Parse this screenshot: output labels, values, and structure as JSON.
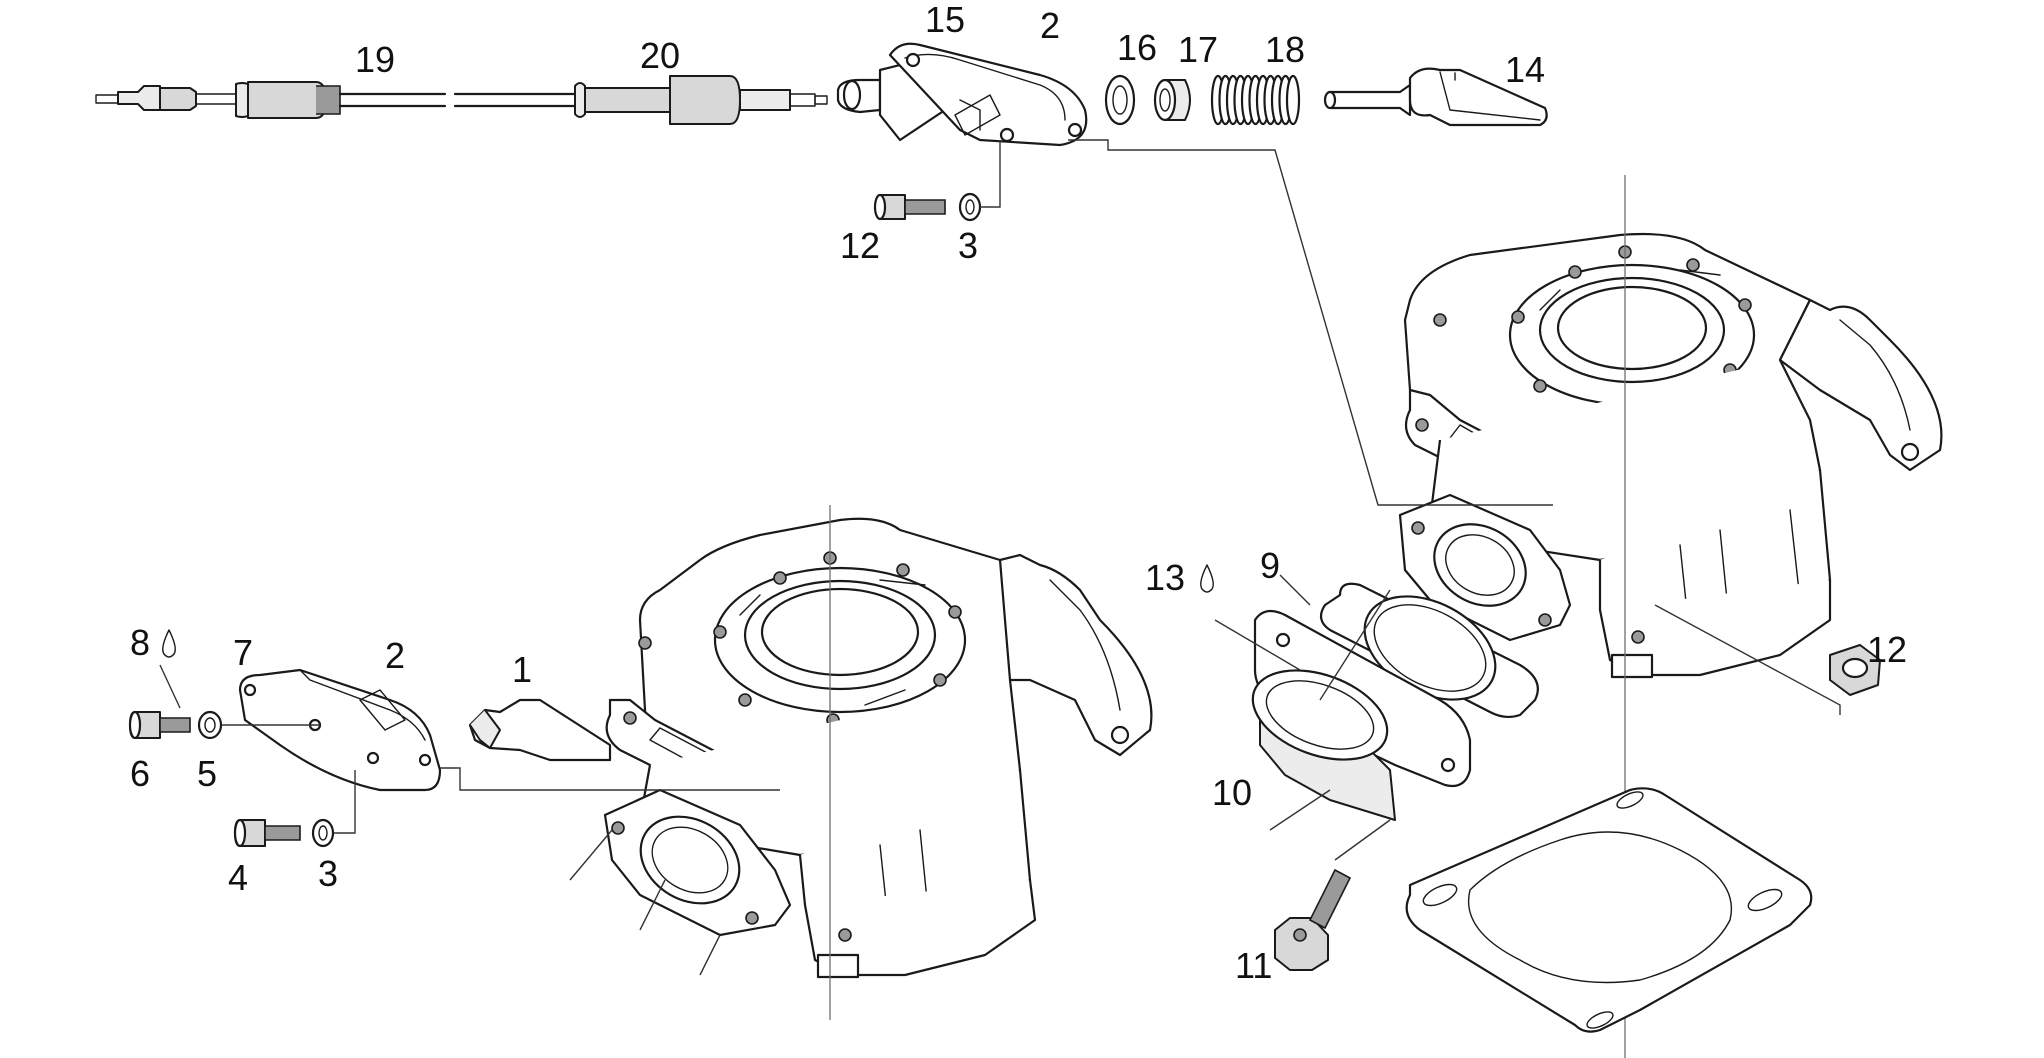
{
  "callouts": {
    "c19": "19",
    "c20": "20",
    "c15": "15",
    "c2_top": "2",
    "c16": "16",
    "c17": "17",
    "c18": "18",
    "c14": "14",
    "c12_top": "12",
    "c3_top": "3",
    "c8": "8",
    "c7": "7",
    "c2_left": "2",
    "c1": "1",
    "c6": "6",
    "c5": "5",
    "c4": "4",
    "c3_left": "3",
    "c13": "13",
    "c9": "9",
    "c12_right": "12",
    "c10": "10",
    "c11": "11"
  },
  "icons": {
    "drop_icon_1": "fluid-drop-icon",
    "drop_icon_2": "fluid-drop-icon"
  }
}
